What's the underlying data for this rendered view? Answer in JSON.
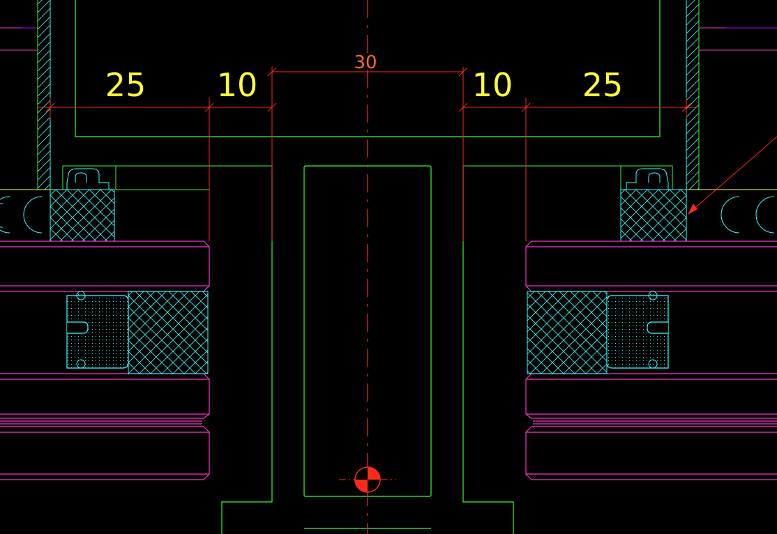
{
  "drawing": {
    "dimensions": {
      "left_outer": "25",
      "left_inner": "10",
      "center": "30",
      "right_inner": "10",
      "right_outer": "25"
    }
  },
  "colors": {
    "background": "#000000",
    "green": "#33ff33",
    "red": "#ff2a1a",
    "magenta": "#ff33cc",
    "cyan": "#33ffff",
    "yellow": "#ffff33",
    "orange": "#ff6a1a",
    "purple": "#b000ff"
  }
}
